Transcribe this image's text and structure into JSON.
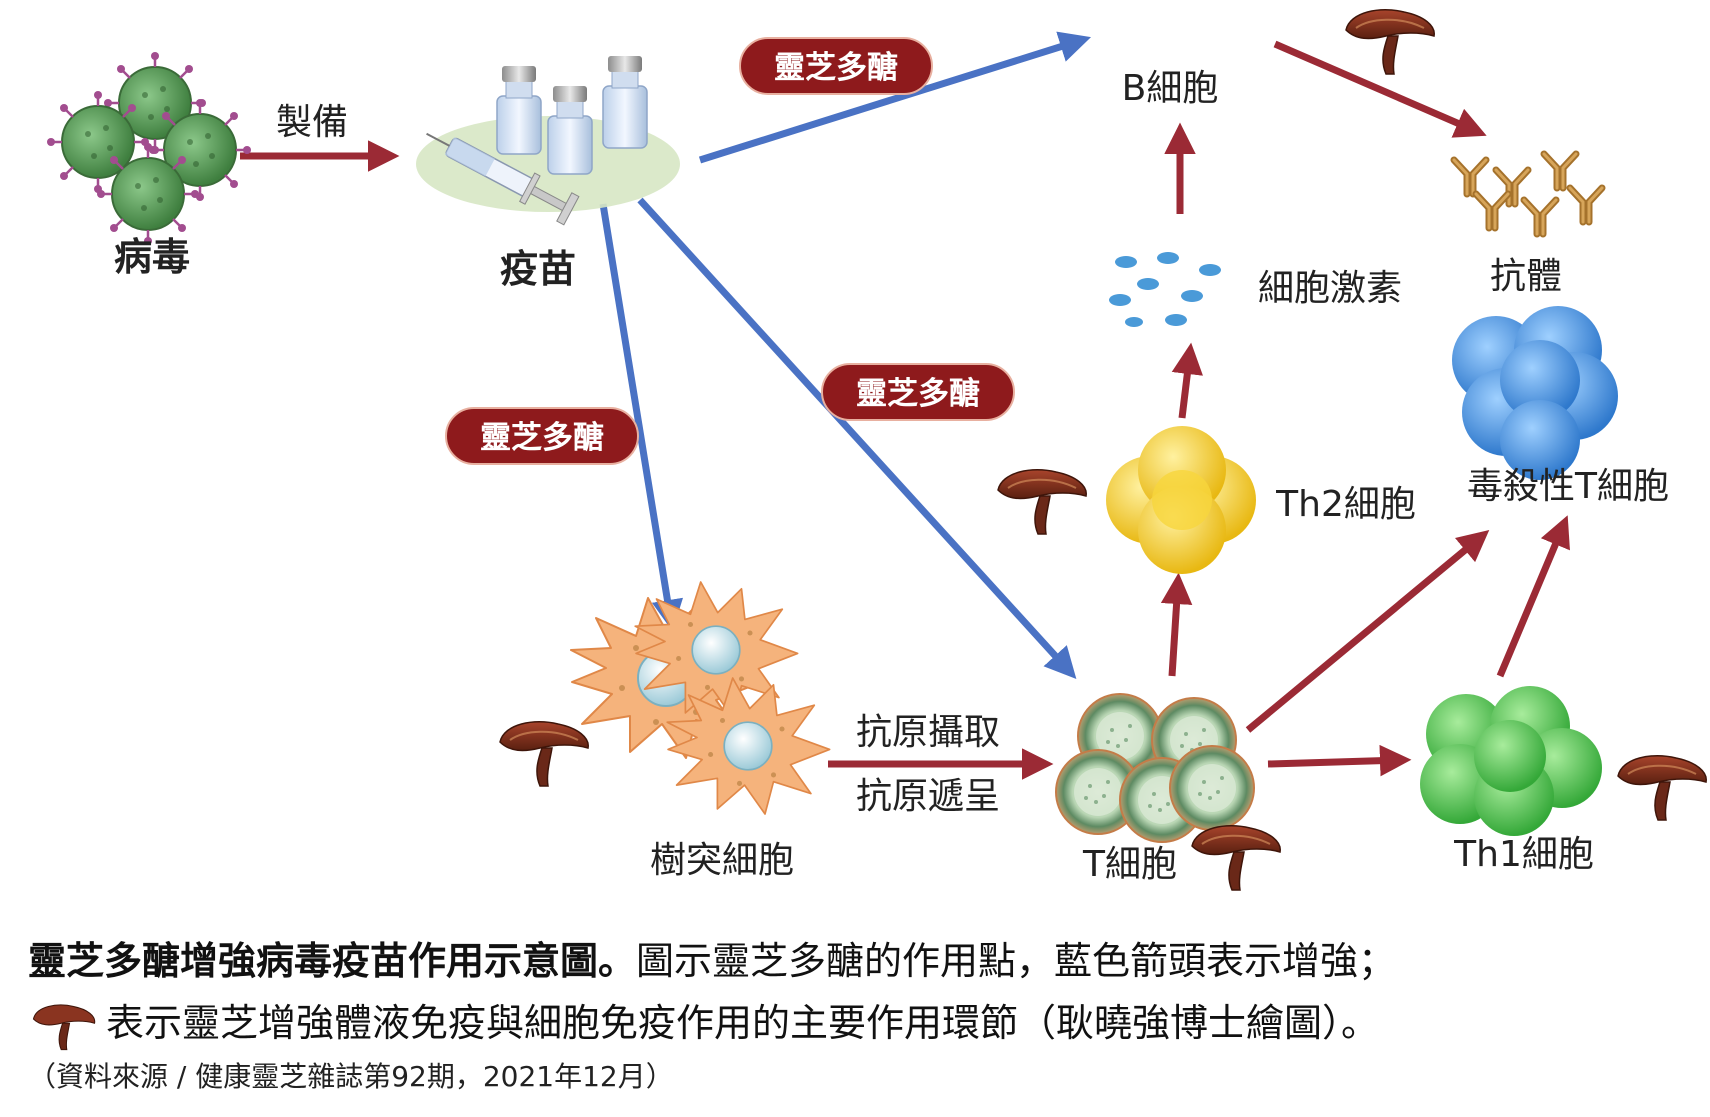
{
  "labels": {
    "virus": "病毒",
    "prepare": "製備",
    "vaccine": "疫苗",
    "b_cell": "B細胞",
    "antibody": "抗體",
    "cytokine": "細胞激素",
    "th2": "Th2細胞",
    "cytotoxic_t": "毒殺性T細胞",
    "dendritic": "樹突細胞",
    "antigen_uptake": "抗原攝取",
    "antigen_present": "抗原遞呈",
    "t_cell": "T細胞",
    "th1": "Th1細胞"
  },
  "badges": [
    "靈芝多醣",
    "靈芝多醣",
    "靈芝多醣"
  ],
  "caption": {
    "title": "靈芝多醣增強病毒疫苗作用示意圖。",
    "line1_rest": "圖示靈芝多醣的作用點，藍色箭頭表示增強；",
    "line2": "表示靈芝增強體液免疫與細胞免疫作用的主要作用環節（耿曉強博士繪圖）。",
    "source": "（資料來源 / 健康靈芝雜誌第92期，2021年12月）"
  },
  "colors": {
    "blue_arrow": "#4a72c4",
    "red_arrow": "#9b2a35",
    "badge_bg": "#8e1a1c",
    "virus": "#5d9c5a",
    "dendritic": "#f2b07a",
    "th2": "#f3cc2c",
    "th1": "#58c35a",
    "cytotoxic": "#3f8fdc",
    "reishi": "#7a2d1e"
  },
  "icons": [
    "virus-cluster-icon",
    "vaccine-vials-icon",
    "reishi-mushroom-icon",
    "antibody-icon"
  ]
}
